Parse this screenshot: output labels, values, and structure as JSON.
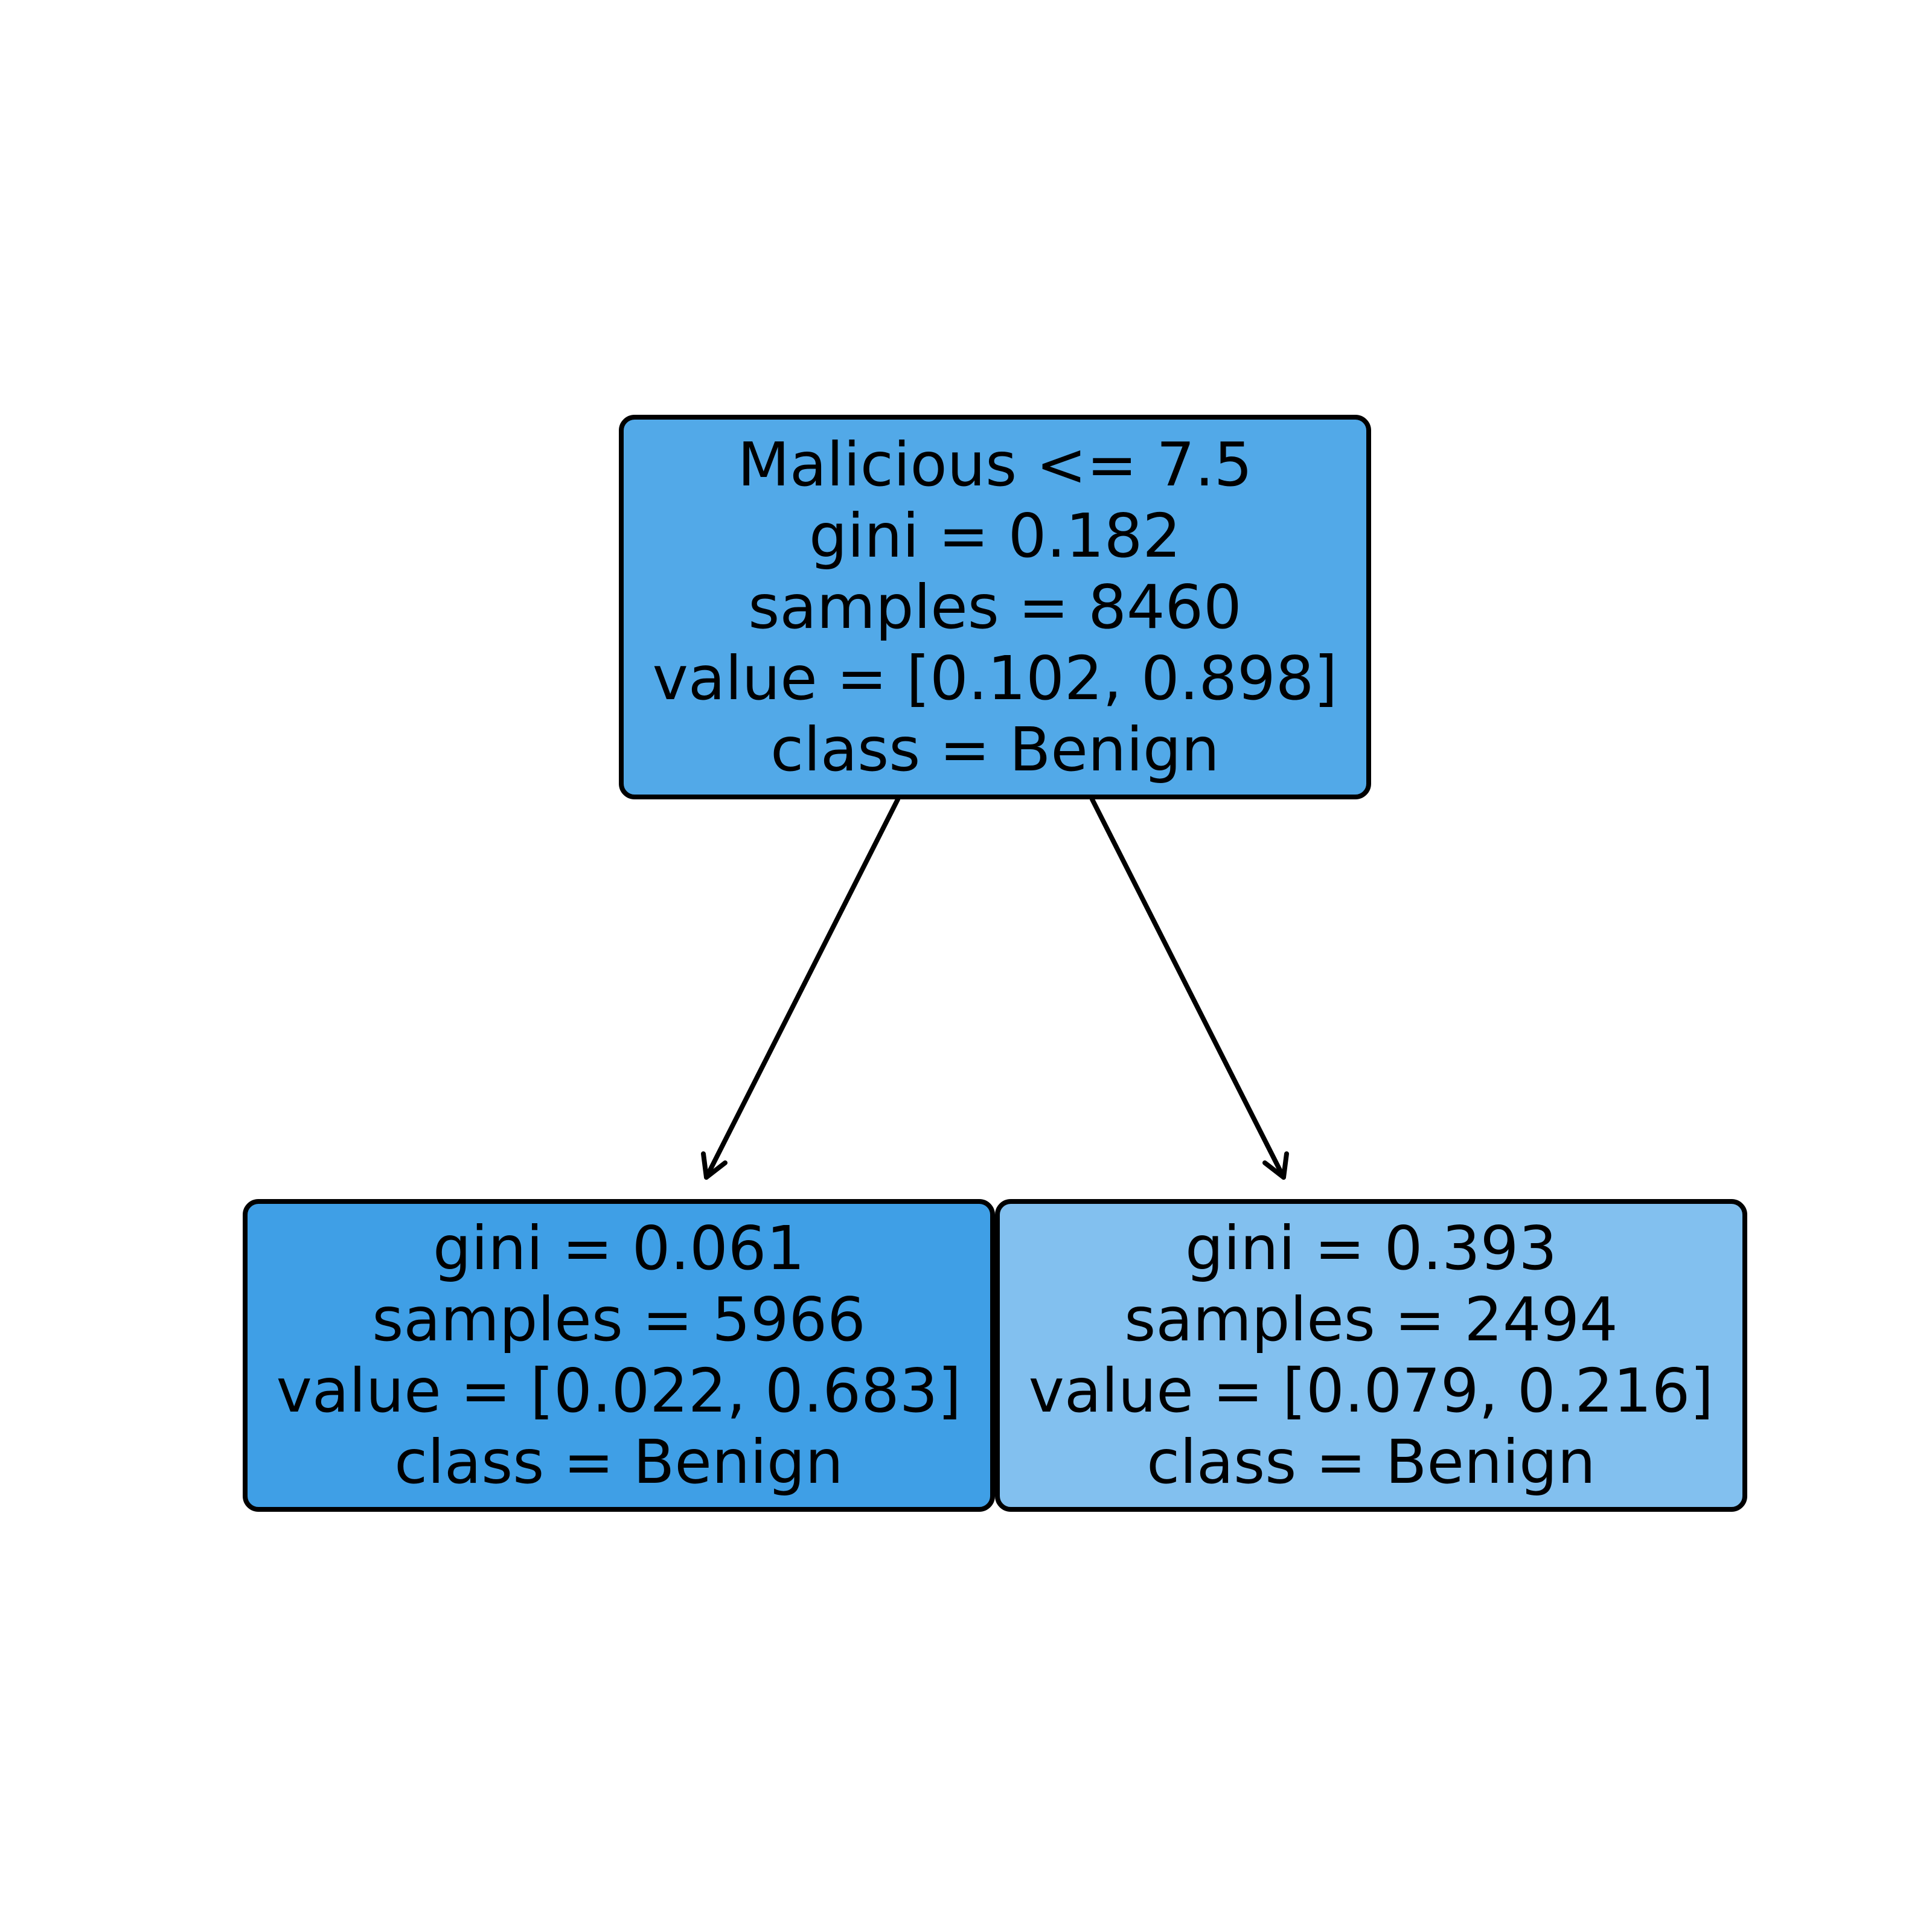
{
  "nodes": {
    "root": {
      "split": "Malicious <= 7.5",
      "gini": "gini = 0.182",
      "samples": "samples = 8460",
      "value": "value = [0.102, 0.898]",
      "class": "class = Benign",
      "fill_color": "#52a9e8"
    },
    "left": {
      "gini": "gini = 0.061",
      "samples": "samples = 5966",
      "value": "value = [0.022, 0.683]",
      "class": "class = Benign",
      "fill_color": "#3f9fe6"
    },
    "right": {
      "gini": "gini = 0.393",
      "samples": "samples = 2494",
      "value": "value = [0.079, 0.216]",
      "class": "class = Benign",
      "fill_color": "#82c0ef"
    }
  },
  "edge_color": "#000000"
}
